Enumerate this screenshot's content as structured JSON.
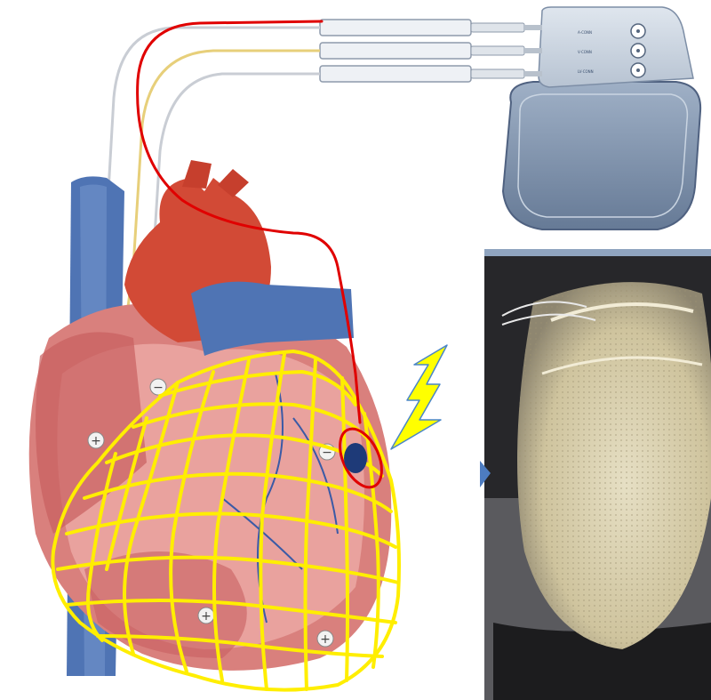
{
  "pacemaker": {
    "terminals": [
      {
        "label": "A-CONN"
      },
      {
        "label": "V-CONN"
      },
      {
        "label": "LV-CONN"
      }
    ]
  },
  "electrodes": {
    "positive_symbol": "+",
    "negative_symbol": "−"
  },
  "colors": {
    "mesh": "#ffee00",
    "red_lead": "#e00000",
    "bolt": "#ffff00",
    "aorta": "#d24a36",
    "vein": "#4f74b4",
    "can": "#6e829f",
    "electrode_fill": "#1e3a78"
  },
  "icons": [
    "pacemaker-generator",
    "lightning-bolt-icon",
    "heart-illustration",
    "mesh-sleeve-photo"
  ]
}
